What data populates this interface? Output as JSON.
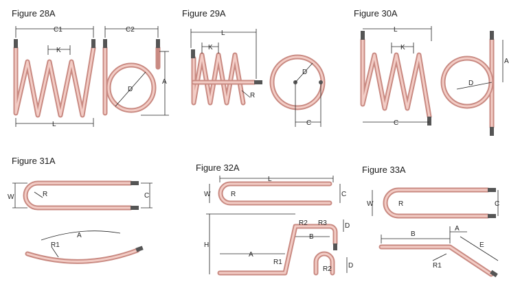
{
  "figures": [
    {
      "id": "28A",
      "title": "Figure 28A",
      "labels": {
        "c1": "C1",
        "c2": "C2",
        "k": "K",
        "l": "L",
        "d": "D",
        "a": "A"
      }
    },
    {
      "id": "29A",
      "title": "Figure 29A",
      "labels": {
        "l": "L",
        "k": "K",
        "r": "R",
        "d": "D",
        "c": "C"
      }
    },
    {
      "id": "30A",
      "title": "Figure 30A",
      "labels": {
        "l": "L",
        "k": "K",
        "d": "D",
        "c": "C",
        "a": "A"
      }
    },
    {
      "id": "31A",
      "title": "Figure 31A",
      "labels": {
        "w": "W",
        "r": "R",
        "c": "C",
        "r1": "R1",
        "a": "A"
      }
    },
    {
      "id": "32A",
      "title": "Figure 32A",
      "labels": {
        "l": "L",
        "w": "W",
        "r": "R",
        "c": "C",
        "r2": "R2",
        "r3": "R3",
        "b": "B",
        "d": "D",
        "h": "H",
        "a": "A",
        "r1": "R1",
        "d2": "D",
        "r2b": "R2"
      }
    },
    {
      "id": "33A",
      "title": "Figure 33A",
      "labels": {
        "w": "W",
        "r": "R",
        "c": "C",
        "b": "B",
        "a": "A",
        "e": "E",
        "r1": "R1"
      }
    }
  ]
}
